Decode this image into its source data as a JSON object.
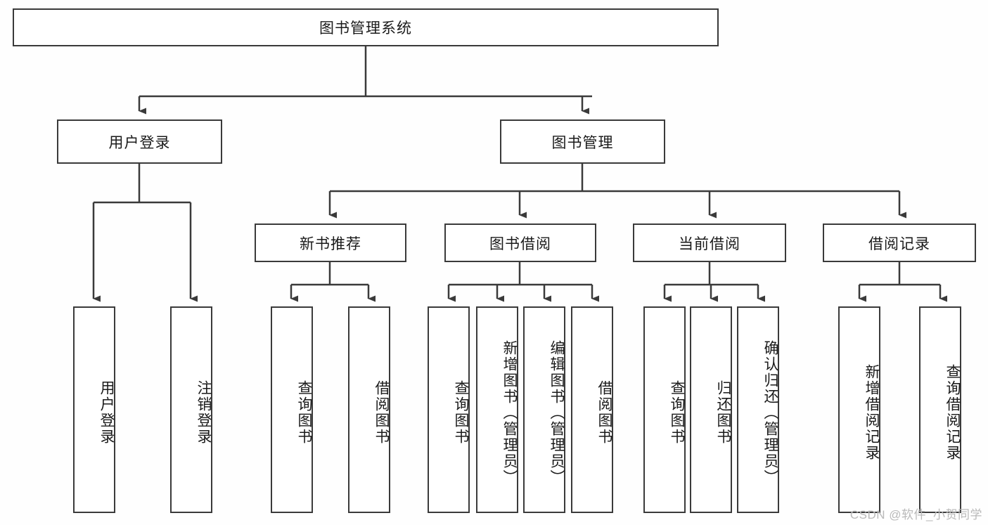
{
  "diagram": {
    "title": "图书管理系统",
    "type": "tree-hierarchy",
    "watermark": "CSDN @软件_小贺同学",
    "colors": {
      "box_border": "#3a3a3a",
      "box_fill": "#ffffff",
      "connector": "#3a3a3a",
      "text": "#1a1a1a",
      "watermark": "#b9b9b9",
      "canvas": "#fefefe"
    },
    "levels": {
      "root": {
        "label": "图书管理系统"
      },
      "level2": [
        {
          "label": "用户登录"
        },
        {
          "label": "图书管理"
        }
      ],
      "level3": [
        {
          "label": "新书推荐"
        },
        {
          "label": "图书借阅"
        },
        {
          "label": "当前借阅"
        },
        {
          "label": "借阅记录"
        }
      ],
      "leaves": {
        "user_login": [
          {
            "label": "用户登录"
          },
          {
            "label": "注销登录"
          }
        ],
        "new_book_recommend": [
          {
            "label": "查询图书"
          },
          {
            "label": "借阅图书"
          }
        ],
        "book_borrow": [
          {
            "label": "查询图书"
          },
          {
            "label": "新增图书（管理员）"
          },
          {
            "label": "编辑图书（管理员）"
          },
          {
            "label": "借阅图书"
          }
        ],
        "current_borrow": [
          {
            "label": "查询图书"
          },
          {
            "label": "归还图书"
          },
          {
            "label": "确认归还（管理员）"
          }
        ],
        "borrow_record": [
          {
            "label": "新增借阅记录"
          },
          {
            "label": "查询借阅记录"
          }
        ]
      }
    }
  }
}
